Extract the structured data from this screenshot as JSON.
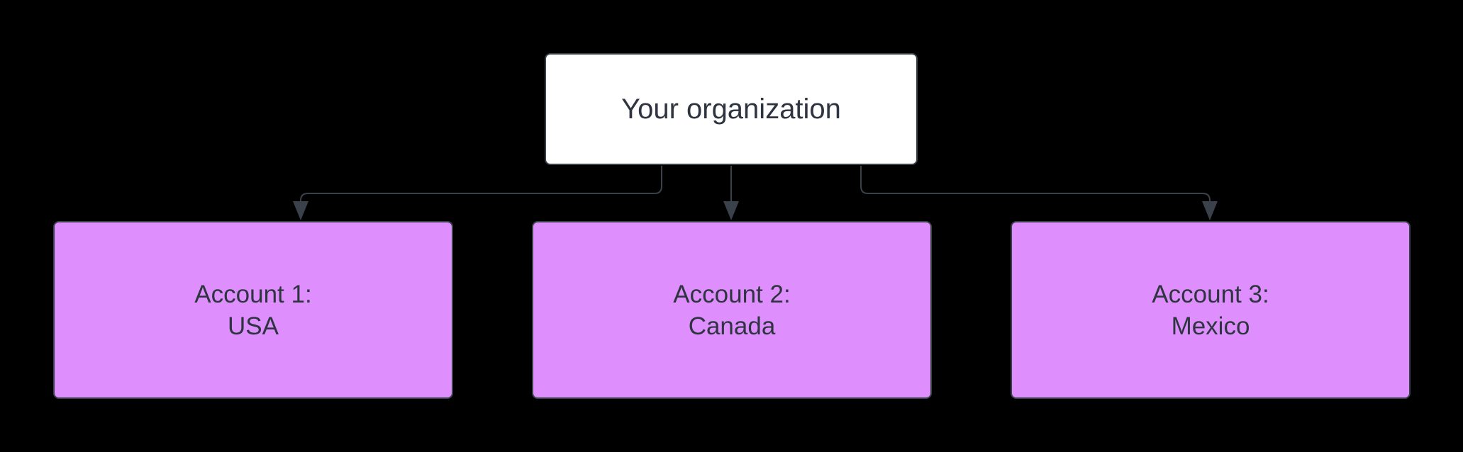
{
  "diagram": {
    "root": {
      "label": "Your organization"
    },
    "accounts": [
      {
        "line1": "Account 1:",
        "line2": "USA"
      },
      {
        "line1": "Account 2:",
        "line2": "Canada"
      },
      {
        "line1": "Account 3:",
        "line2": "Mexico"
      }
    ]
  },
  "colors": {
    "background": "#000000",
    "root_fill": "#ffffff",
    "account_fill": "#df8ffd",
    "border": "#3a414a",
    "text": "#2f3540"
  }
}
